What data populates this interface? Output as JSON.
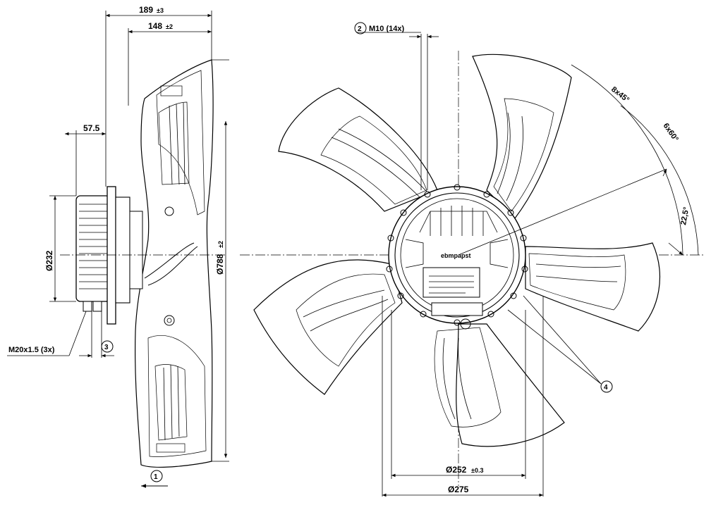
{
  "dimensions": {
    "width_total": "189",
    "width_total_tol": "±3",
    "width_blade": "148",
    "width_blade_tol": "±2",
    "hub_offset": "57.5",
    "hub_diameter": "Ø232",
    "fan_diameter": "Ø788",
    "fan_diameter_tol": "±2",
    "cable_gland": "M20x1.5 (3x)",
    "bolt_thread": "M10 (14x)",
    "bolt_circle_inner": "Ø252",
    "bolt_circle_inner_tol": "±0.3",
    "bolt_circle_outer": "Ø275",
    "angle_8x45": "8x45°",
    "angle_6x60": "6x60°",
    "angle_22_5": "22,5°"
  },
  "callouts": {
    "c1": "1",
    "c2": "2",
    "c3": "3",
    "c4": "4"
  },
  "labels": {
    "brand": "ebmpapst"
  }
}
